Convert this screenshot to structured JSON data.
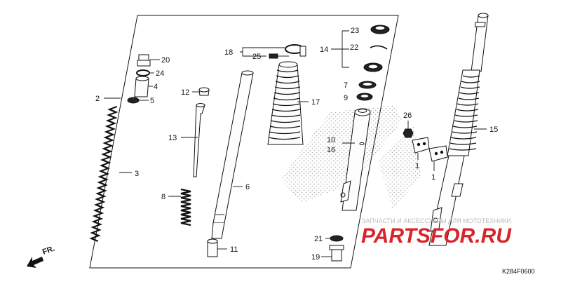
{
  "diagram": {
    "code": "K284F0600",
    "direction_label": "FR.",
    "watermark_top": "ЗАПЧАСТИ И АКСЕССУАРЫ ДЛЯ МОТОТЕХНИКИ",
    "watermark_brand": "PARTSFOR.RU",
    "colors": {
      "ink": "#111111",
      "watermark": "#d9242a"
    }
  },
  "labels": {
    "l1a": "1",
    "l1b": "1",
    "l2": "2",
    "l3": "3",
    "l4": "4",
    "l5": "5",
    "l6": "6",
    "l7": "7",
    "l8": "8",
    "l9": "9",
    "l10": "10",
    "l11": "11",
    "l12": "12",
    "l13": "13",
    "l14": "14",
    "l15": "15",
    "l16": "16",
    "l17": "17",
    "l18": "18",
    "l19": "19",
    "l20": "20",
    "l21": "21",
    "l22": "22",
    "l23": "23",
    "l24": "24",
    "l25": "25",
    "l26": "26"
  }
}
